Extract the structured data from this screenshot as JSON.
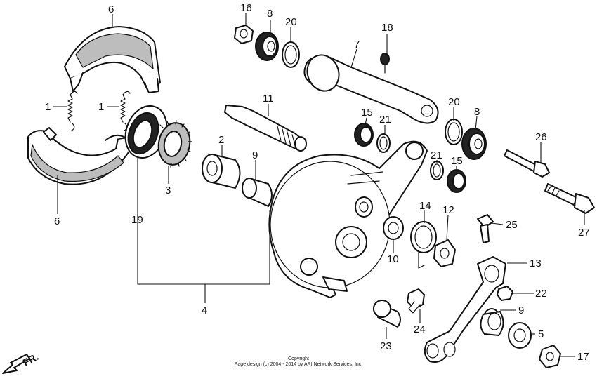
{
  "diagram": {
    "callouts": [
      {
        "id": "p6a",
        "label": "6"
      },
      {
        "id": "p16",
        "label": "16"
      },
      {
        "id": "p8a",
        "label": "8"
      },
      {
        "id": "p20a",
        "label": "20"
      },
      {
        "id": "p18",
        "label": "18"
      },
      {
        "id": "p7",
        "label": "7"
      },
      {
        "id": "p1a",
        "label": "1"
      },
      {
        "id": "p1b",
        "label": "1"
      },
      {
        "id": "p11",
        "label": "11"
      },
      {
        "id": "p15a",
        "label": "15"
      },
      {
        "id": "p21a",
        "label": "21"
      },
      {
        "id": "p20b",
        "label": "20"
      },
      {
        "id": "p8b",
        "label": "8"
      },
      {
        "id": "p26",
        "label": "26"
      },
      {
        "id": "p2",
        "label": "2"
      },
      {
        "id": "p9a",
        "label": "9"
      },
      {
        "id": "p21b",
        "label": "21"
      },
      {
        "id": "p15b",
        "label": "15"
      },
      {
        "id": "p3",
        "label": "3"
      },
      {
        "id": "p6b",
        "label": "6"
      },
      {
        "id": "p19",
        "label": "19"
      },
      {
        "id": "p14",
        "label": "14"
      },
      {
        "id": "p12",
        "label": "12"
      },
      {
        "id": "p25",
        "label": "25"
      },
      {
        "id": "p27",
        "label": "27"
      },
      {
        "id": "p10",
        "label": "10"
      },
      {
        "id": "p13",
        "label": "13"
      },
      {
        "id": "p22",
        "label": "22"
      },
      {
        "id": "p4",
        "label": "4"
      },
      {
        "id": "p9b",
        "label": "9"
      },
      {
        "id": "p24",
        "label": "24"
      },
      {
        "id": "p5",
        "label": "5"
      },
      {
        "id": "p23",
        "label": "23"
      },
      {
        "id": "p17",
        "label": "17"
      }
    ],
    "front_arrow_label": "FR.",
    "copyright_line1": "Copyright",
    "copyright_line2": "Page design (c) 2004 - 2014 by ARI Network Services, Inc."
  }
}
